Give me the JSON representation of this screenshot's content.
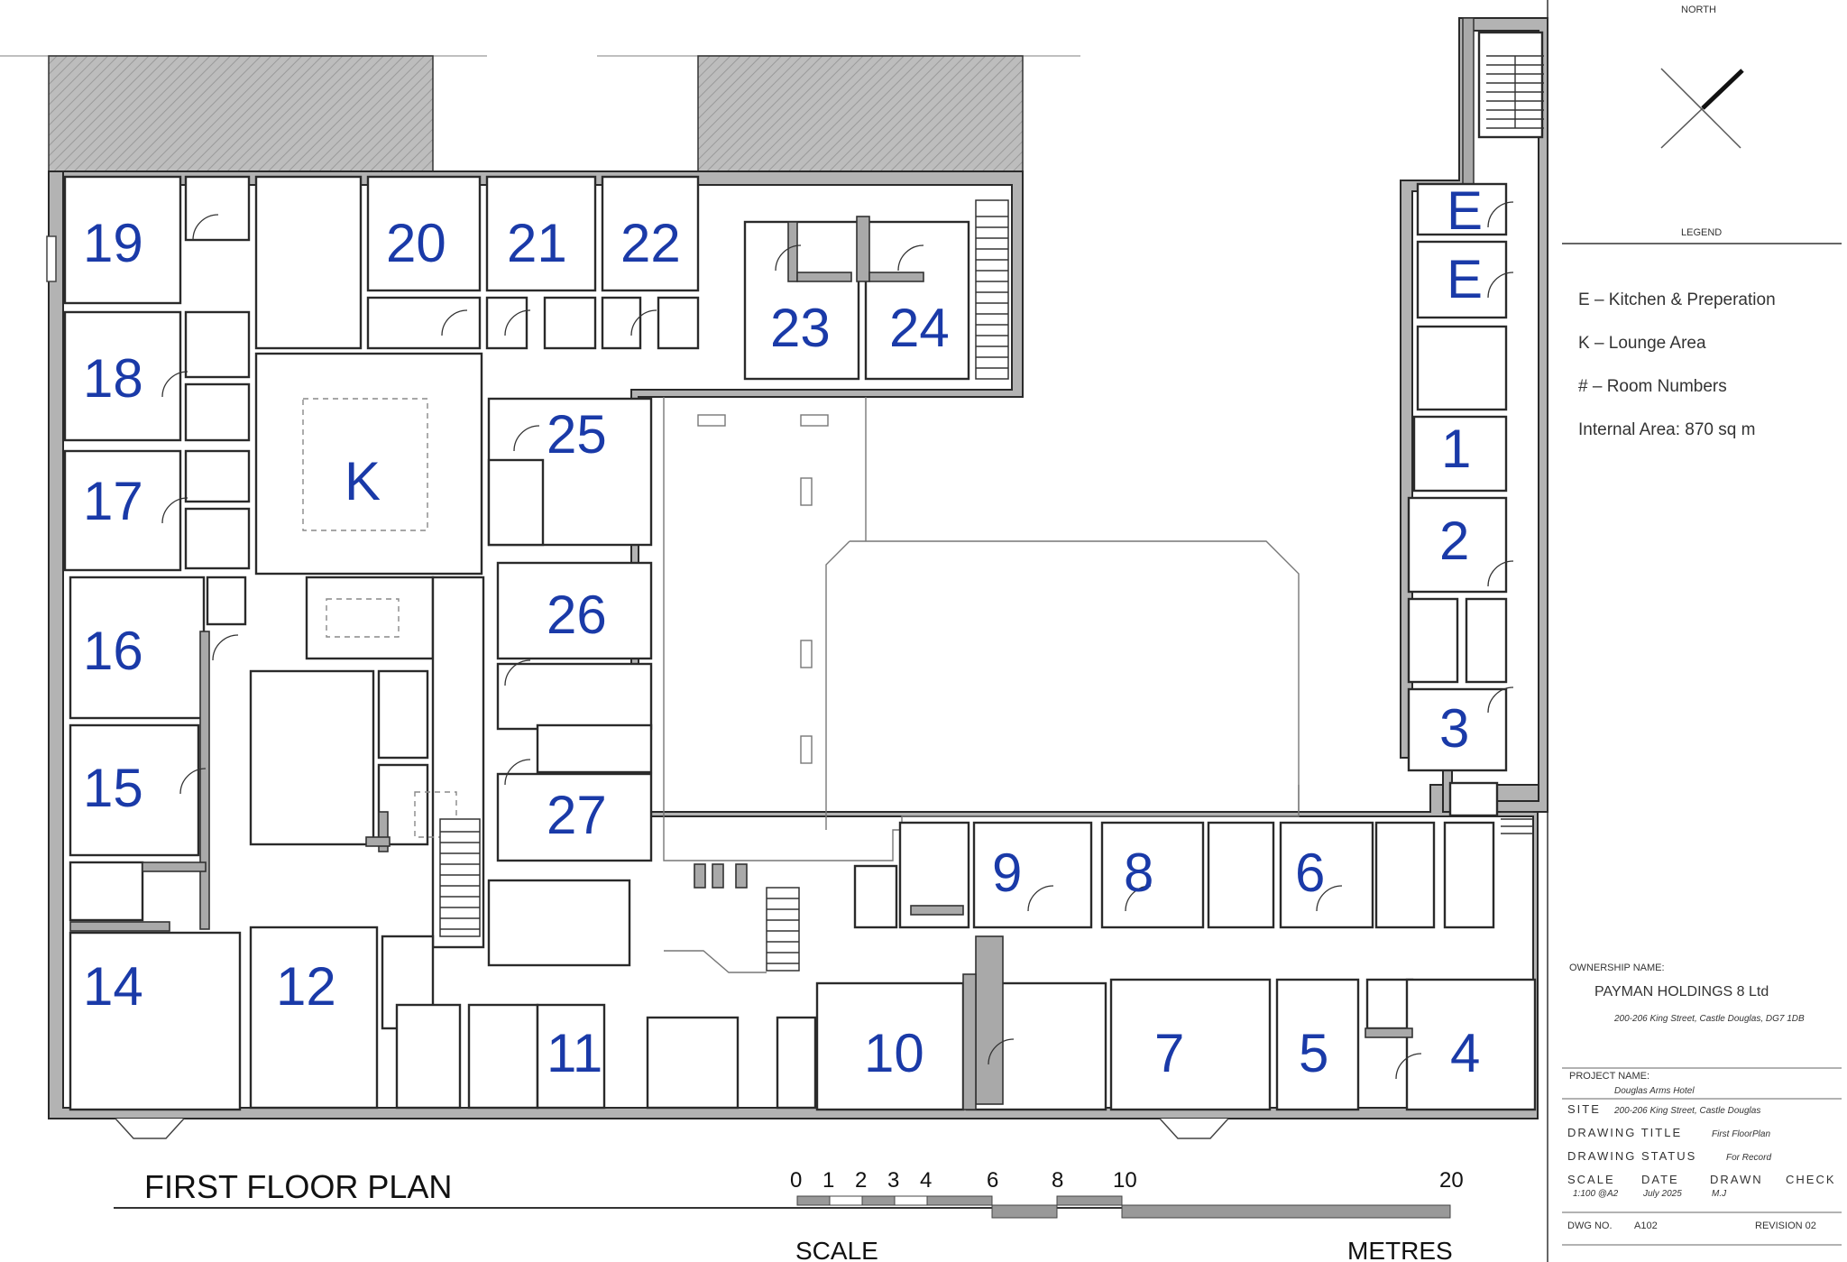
{
  "drawing": {
    "north_label": "NORTH",
    "legend_heading": "LEGEND",
    "legend_items": [
      "E – Kitchen & Preperation",
      "K – Lounge Area",
      "# – Room Numbers",
      "Internal Area: 870 sq m"
    ],
    "plan_title": "FIRST FLOOR PLAN",
    "scale_word": "SCALE",
    "metres_word": "METRES",
    "scale_ticks": [
      "0",
      "1",
      "2",
      "3",
      "4",
      "6",
      "8",
      "10",
      "20"
    ]
  },
  "rooms": {
    "r19": "19",
    "r18": "18",
    "r17": "17",
    "r16": "16",
    "r15": "15",
    "r14": "14",
    "r12": "12",
    "r11": "11",
    "r10": "10",
    "r9": "9",
    "r8": "8",
    "r7": "7",
    "r6": "6",
    "r5": "5",
    "r4": "4",
    "r3": "3",
    "r2": "2",
    "r1": "1",
    "r20": "20",
    "r21": "21",
    "r22": "22",
    "r23": "23",
    "r24": "24",
    "r25": "25",
    "r26": "26",
    "r27": "27",
    "k": "K",
    "e1": "E",
    "e2": "E"
  },
  "title_block": {
    "ownership_label": "OWNERSHIP NAME:",
    "owner_name": "PAYMAN HOLDINGS 8 Ltd",
    "owner_address": "200-206 King Street, Castle Douglas, DG7 1DB",
    "project_label": "PROJECT NAME:",
    "project_name": "Douglas Arms Hotel",
    "site_label": "SITE",
    "site_value": "200-206 King Street, Castle Douglas",
    "drawing_title_label": "DRAWING TITLE",
    "drawing_title_value": "First FloorPlan",
    "drawing_status_label": "DRAWING STATUS",
    "drawing_status_value": "For Record",
    "scale_label": "SCALE",
    "scale_value": "1:100 @A2",
    "date_label": "DATE",
    "date_value": "July 2025",
    "drawn_label": "DRAWN",
    "drawn_value": "M.J",
    "check_label": "CHECK",
    "dwg_label": "DWG NO.",
    "dwg_value": "A102",
    "revision": "REVISION 02"
  }
}
